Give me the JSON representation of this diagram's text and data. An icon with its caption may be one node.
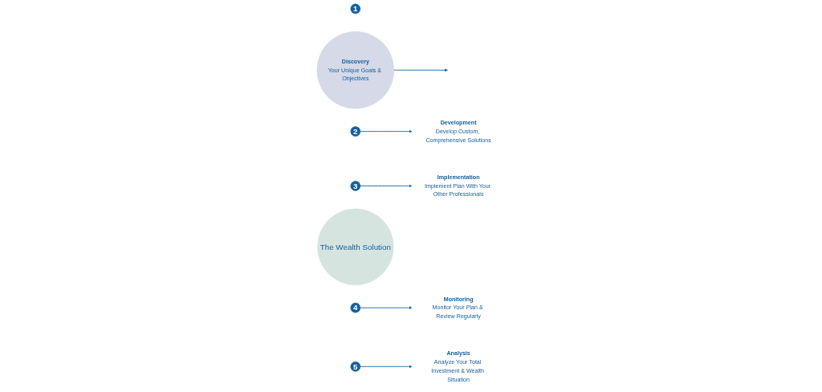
{
  "diagram": {
    "nodes": [
      {
        "text": [
          "1"
        ]
      },
      {
        "text": [
          "Discovery",
          "Your Unique Goals & Objectives"
        ]
      },
      {
        "text": [
          "Analysis",
          "Analyze Your Total Investment & Wealth Situation"
        ]
      },
      {
        "text": [
          "2"
        ]
      },
      {
        "text": [
          "Development",
          "Develop Custom, Comprehensive Solutions"
        ]
      },
      {
        "text": [
          "3"
        ]
      },
      {
        "text": [
          "The Wealth Solution"
        ]
      },
      {
        "text": [
          "Implementation",
          "Implement Plan With Your Other Professionals"
        ]
      },
      {
        "text": [
          "4"
        ]
      },
      {
        "text": [
          "Monitoring",
          "Monitor Your Plan & Review Regularly"
        ]
      },
      {
        "text": [
          "5"
        ]
      }
    ],
    "edges": [
      {
        "from": 1,
        "to": null,
        "arrow": "to"
      },
      {
        "from": 3,
        "to": 4,
        "arrow": "to"
      },
      {
        "from": 5,
        "to": 7,
        "arrow": "to"
      },
      {
        "from": 8,
        "to": 9,
        "arrow": "to"
      },
      {
        "from": 10,
        "to": 2,
        "arrow": "to"
      }
    ]
  }
}
